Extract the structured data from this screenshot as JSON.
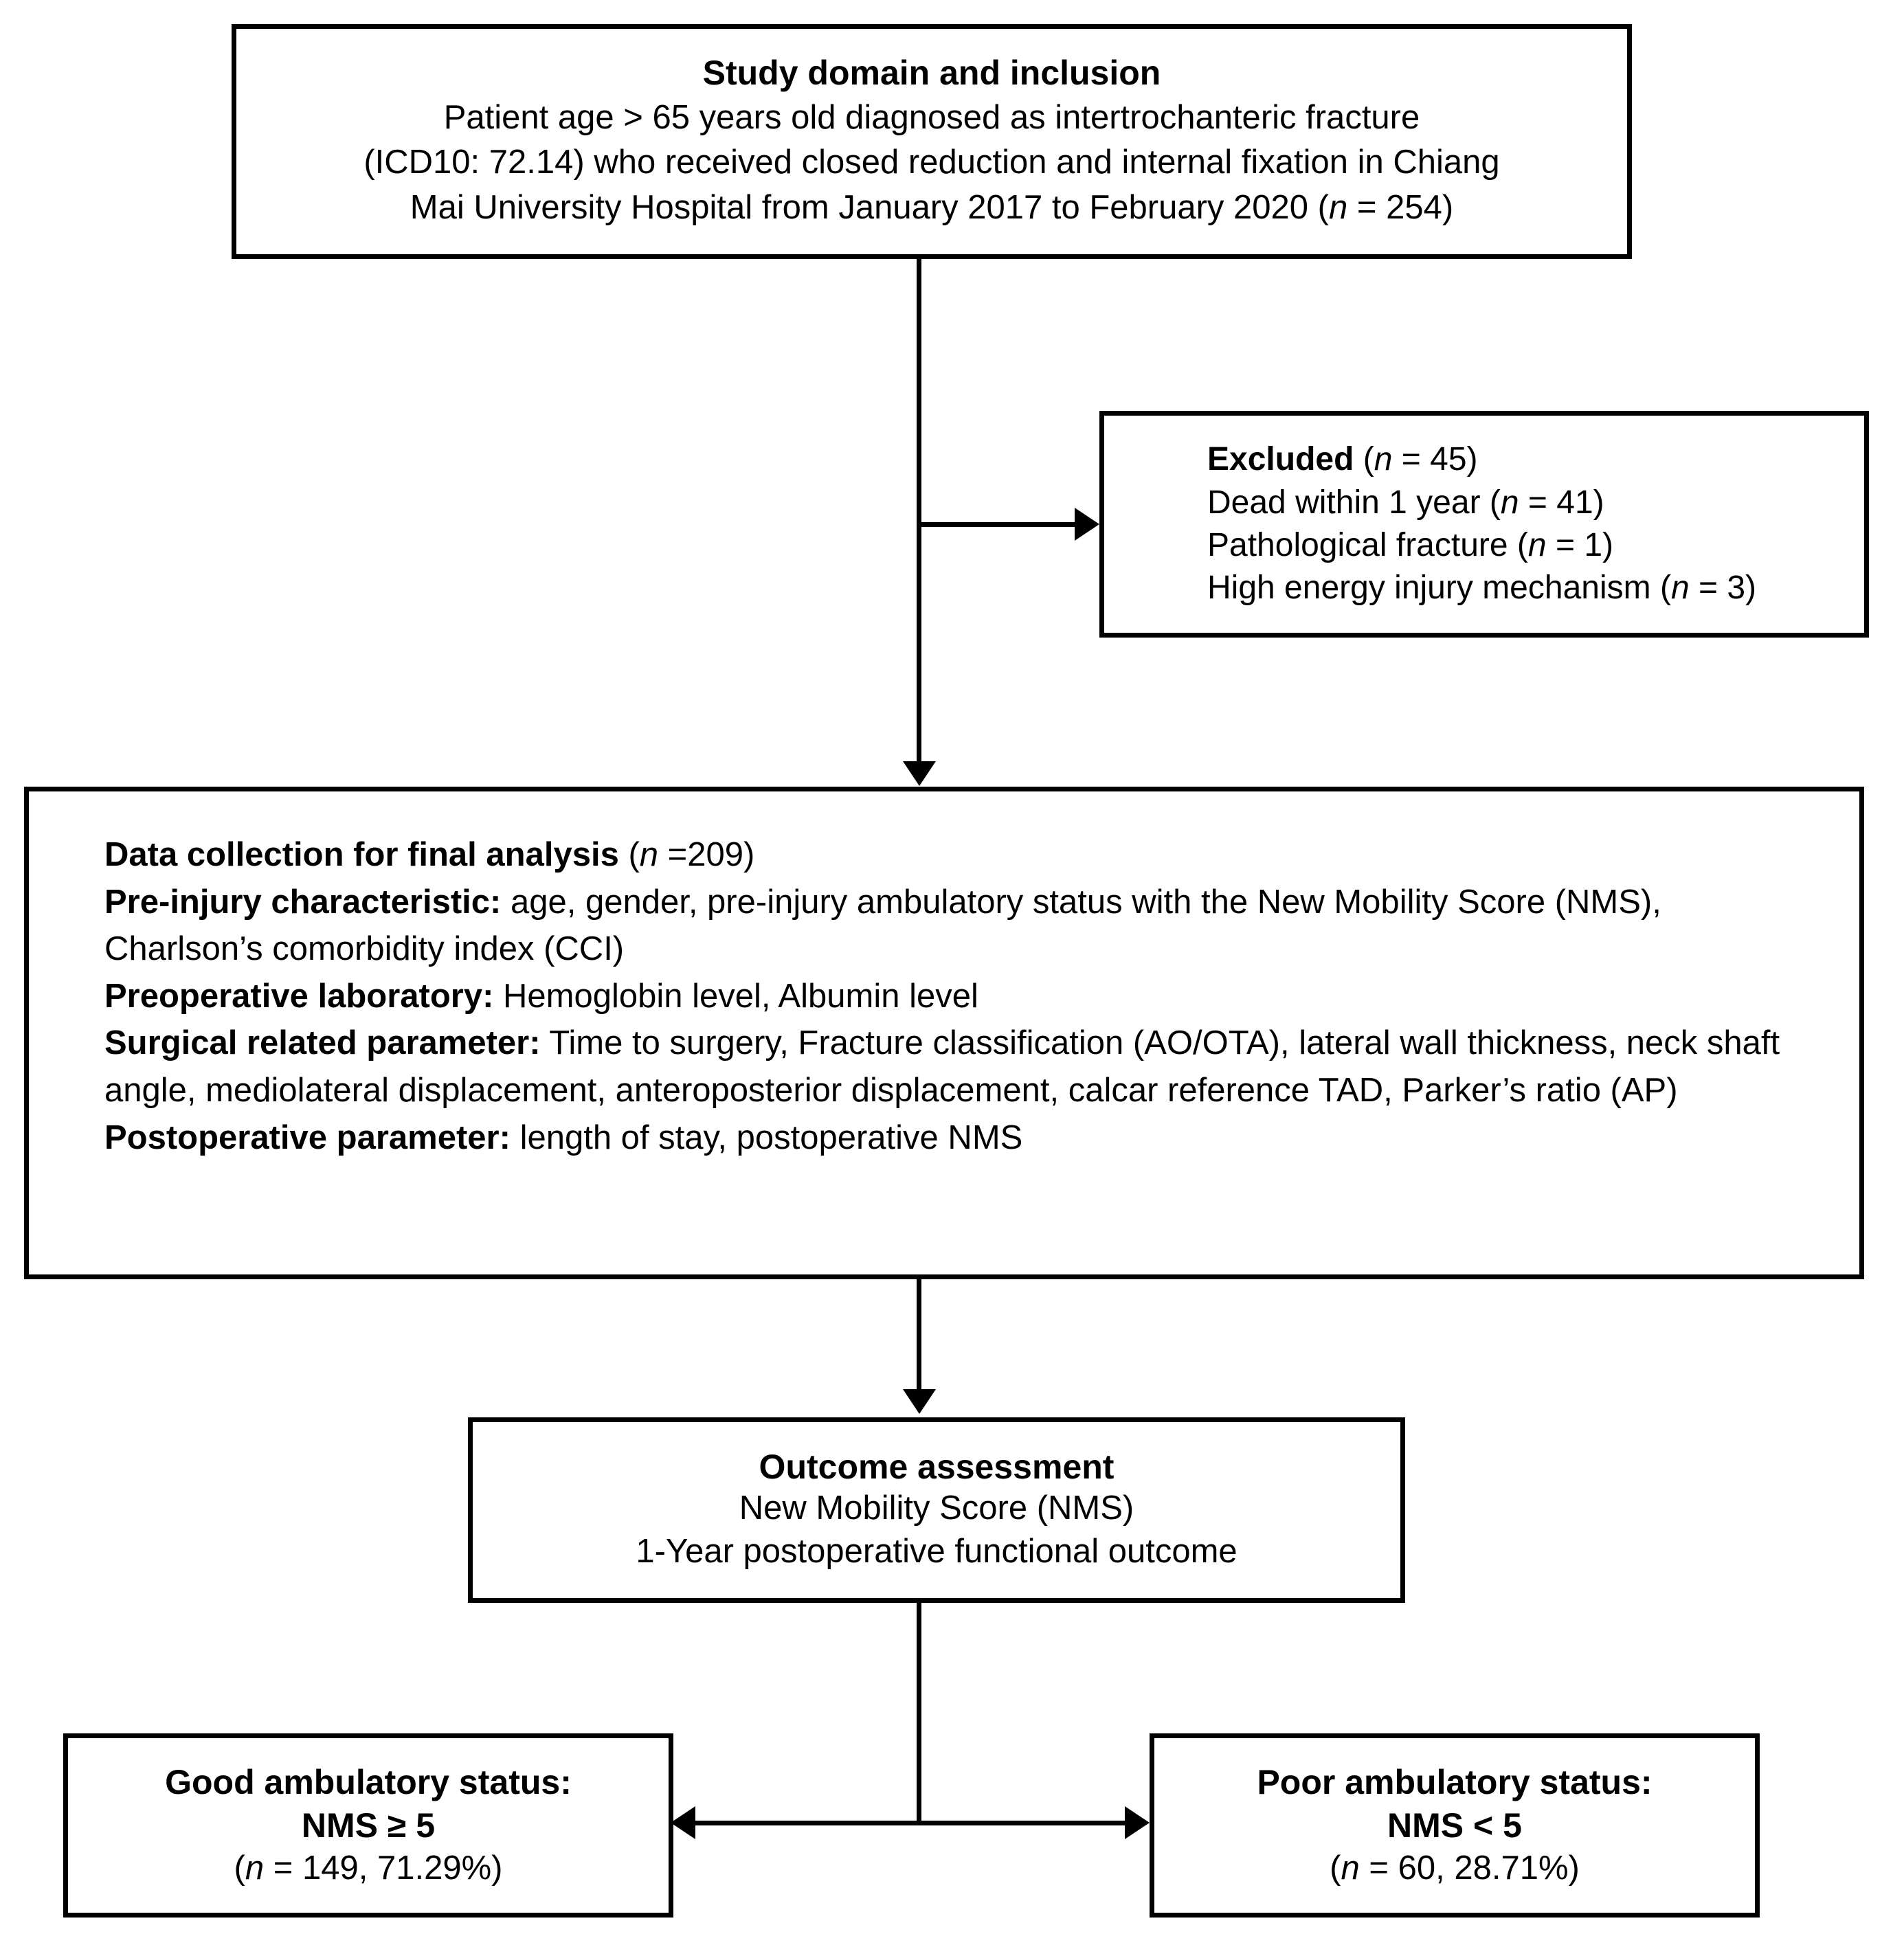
{
  "figure": {
    "type": "flowchart",
    "orientation": "top-to-bottom",
    "line_color": "#000000",
    "background_color": "#ffffff"
  },
  "study_box": {
    "title": "Study domain and inclusion",
    "line1": "Patient age > 65 years old diagnosed as intertrochanteric fracture",
    "line2_a": "(ICD10: 72.14) who received closed reduction and internal fixation in Chiang",
    "line3_a": "Mai University Hospital from January 2017 to February 2020 (",
    "line3_n": "n",
    "line3_b": " = 254)"
  },
  "excluded_box": {
    "heading": "Excluded",
    "heading_n": "n",
    "heading_count": " = 45)",
    "items": [
      {
        "text": "Dead within 1 year (",
        "n": "n",
        "count": " = 41)"
      },
      {
        "text": "Pathological fracture (",
        "n": "n",
        "count": " = 1)"
      },
      {
        "text": "High energy injury mechanism (",
        "n": "n",
        "count": " = 3)"
      }
    ]
  },
  "data_collection_box": {
    "heading_label": "Data collection for final analysis",
    "heading_n": "n",
    "heading_count": " =209)",
    "rows": [
      {
        "label": "Pre-injury characteristic:",
        "value": " age, gender, pre-injury ambulatory status with the New Mobility Score (NMS), Charlson’s comorbidity index (CCI)"
      },
      {
        "label": "Preoperative laboratory:",
        "value": " Hemoglobin level, Albumin level"
      },
      {
        "label": "Surgical related parameter:",
        "value": " Time to surgery, Fracture classification (AO/OTA), lateral wall thickness, neck shaft angle, mediolateral displacement, anteroposterior displacement, calcar reference TAD, Parker’s ratio (AP)"
      },
      {
        "label": "Postoperative parameter:",
        "value": " length of stay, postoperative NMS"
      }
    ]
  },
  "outcome_box": {
    "title": "Outcome assessment",
    "line1": "New Mobility Score (NMS)",
    "line2": "1-Year postoperative functional outcome"
  },
  "good_status_box": {
    "title_line1": "Good ambulatory status:",
    "title_line2": "NMS ≥ 5",
    "count_open": "(",
    "count_n": "n",
    "count_rest": " = 149, 71.29%)"
  },
  "poor_status_box": {
    "title_line1": "Poor ambulatory status:",
    "title_line2": "NMS < 5",
    "count_open": "(",
    "count_n": "n",
    "count_rest": " = 60, 28.71%)"
  }
}
